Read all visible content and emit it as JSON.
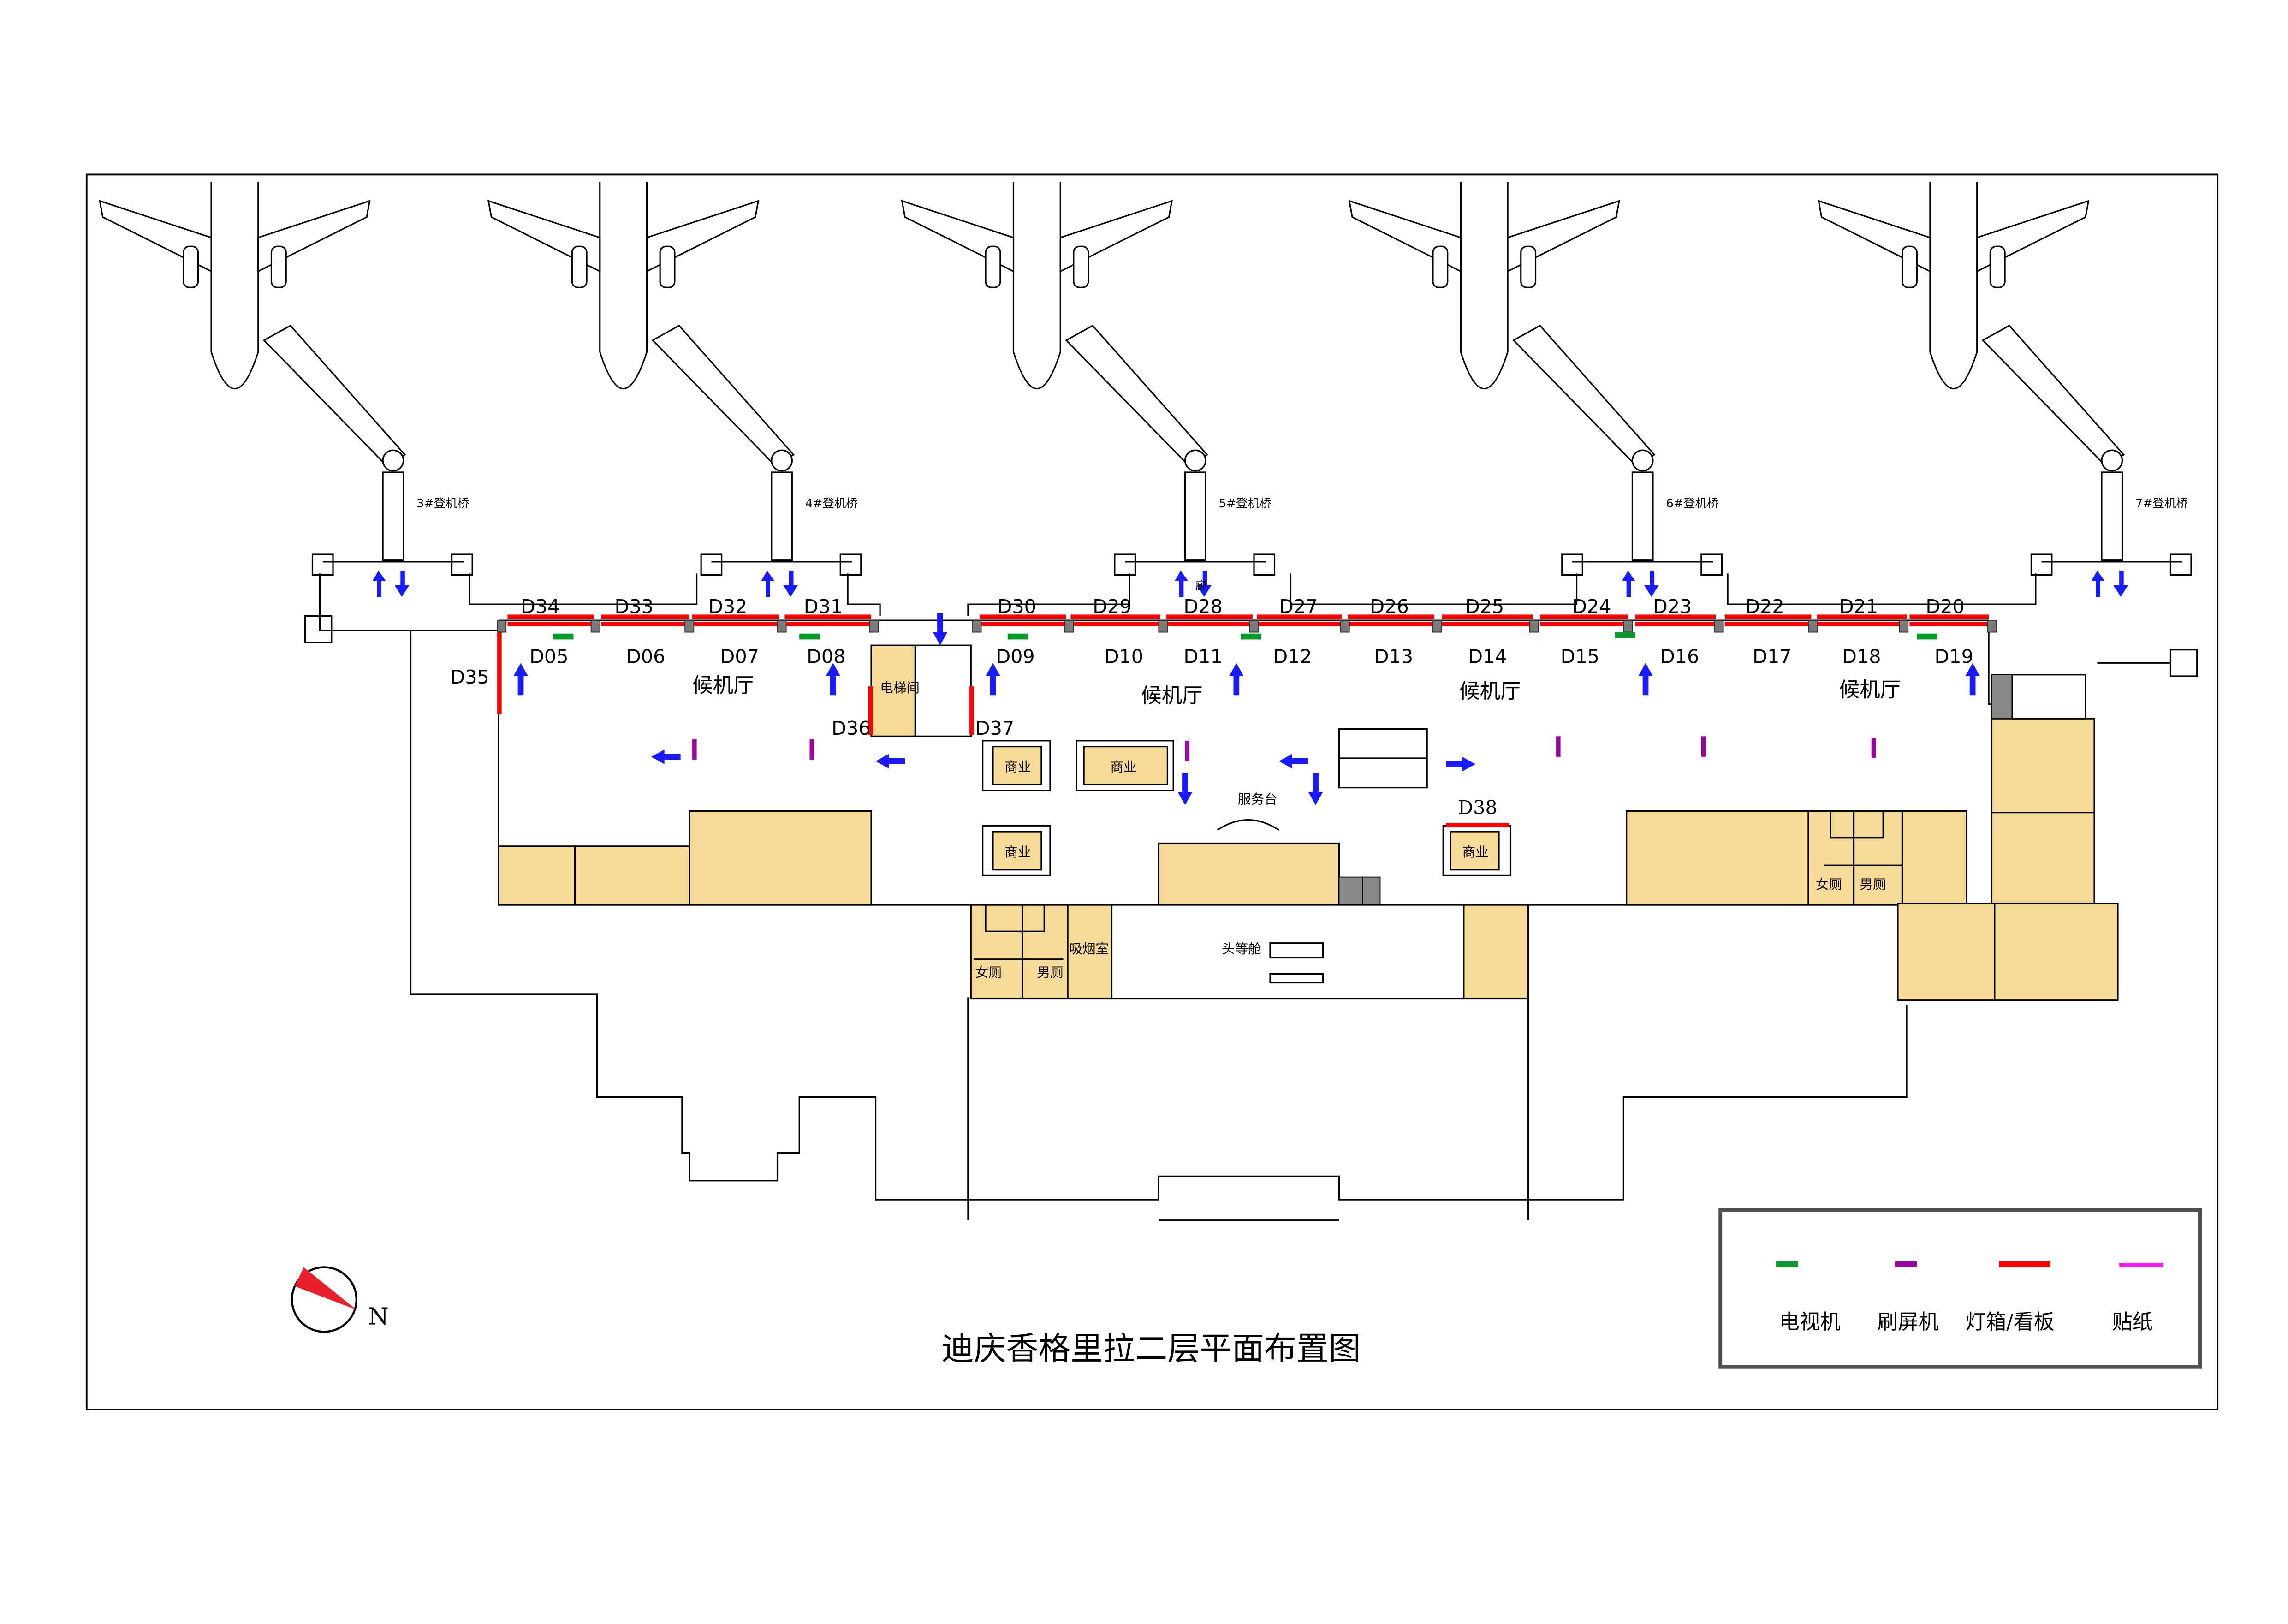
{
  "title": "迪庆香格里拉二层平面布置图",
  "compass": {
    "label": "N"
  },
  "bridges": [
    {
      "label": "3#登机桥"
    },
    {
      "label": "4#登机桥"
    },
    {
      "label": "5#登机桥"
    },
    {
      "label": "6#登机桥"
    },
    {
      "label": "7#登机桥"
    }
  ],
  "corridor_label": "廊",
  "upper_gates": [
    "D34",
    "D33",
    "D32",
    "D31",
    "D30",
    "D29",
    "D28",
    "D27",
    "D26",
    "D25",
    "D24",
    "D23",
    "D22",
    "D21",
    "D20"
  ],
  "lower_gates": [
    "D05",
    "D06",
    "D07",
    "D08",
    "D09",
    "D10",
    "D11",
    "D12",
    "D13",
    "D14",
    "D15",
    "D16",
    "D17",
    "D18",
    "D19"
  ],
  "side_gates": {
    "d35": "D35",
    "d36": "D36",
    "d37": "D37",
    "d38": "D38"
  },
  "halls": [
    "候机厅",
    "候机厅",
    "候机厅",
    "候机厅"
  ],
  "rooms": {
    "elevator": "电梯间",
    "shop": "商业",
    "service_desk": "服务台",
    "first_class": "头等舱",
    "womens_restroom": "女厕",
    "mens_restroom": "男厕",
    "smoking_room": "吸烟室"
  },
  "legend": {
    "items": [
      {
        "label": "电视机",
        "color": "#079a2b"
      },
      {
        "label": "刷屏机",
        "color": "#9a06a0"
      },
      {
        "label": "灯箱/看板",
        "color": "#ff0000"
      },
      {
        "label": "贴纸",
        "color": "#f020e8"
      }
    ]
  },
  "colors": {
    "room_fill": "#f6da97",
    "arrow": "#1a1aff",
    "lightbox": "#ff0000",
    "tv": "#079a2b",
    "screen": "#9a06a0",
    "sticker": "#f020e8",
    "column": "#7a7a7a"
  }
}
